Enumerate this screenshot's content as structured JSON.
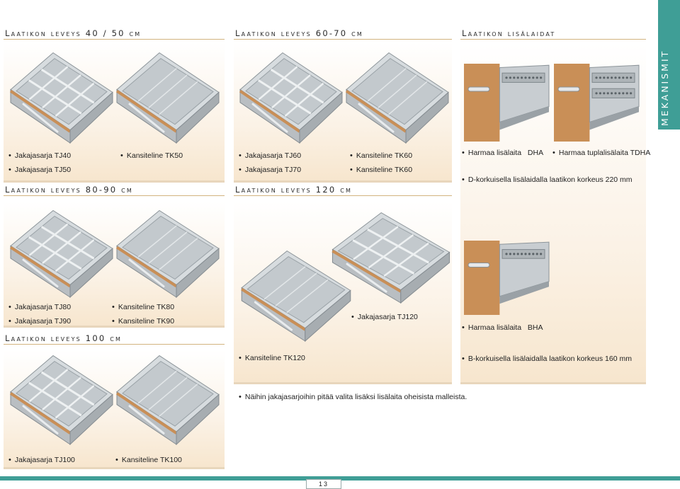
{
  "side_tab": {
    "label": "MEKANISMIT"
  },
  "page_number": "13",
  "sections": {
    "s1": {
      "title": "Laatikon leveys 40 / 50 cm"
    },
    "s2": {
      "title": "Laatikon leveys 60-70 cm"
    },
    "s3": {
      "title": "Laatikon lisälaidat"
    },
    "s4": {
      "title": "Laatikon leveys 80-90 cm"
    },
    "s5": {
      "title": "Laatikon leveys 120 cm"
    },
    "s6": {
      "title": "Laatikon leveys 100 cm"
    }
  },
  "captions": {
    "tj40": "Jakajasarja TJ40",
    "tj50": "Jakajasarja TJ50",
    "tk50": "Kansiteline TK50",
    "tj60": "Jakajasarja TJ60",
    "tj70": "Jakajasarja TJ70",
    "tk60a": "Kansiteline TK60",
    "tk60b": "Kansiteline TK60",
    "dha": "Harmaa lisälaita",
    "dha_code": "DHA",
    "tdha": "Harmaa tuplalisälaita TDHA",
    "dnote": "D-korkuisella lisälaidalla laatikon korkeus 220 mm",
    "tj80": "Jakajasarja TJ80",
    "tj90": "Jakajasarja TJ90",
    "tk80": "Kansiteline TK80",
    "tk90": "Kansiteline TK90",
    "tj120": "Jakajasarja TJ120",
    "tk120": "Kansiteline TK120",
    "bha": "Harmaa lisälaita",
    "bha_code": "BHA",
    "bnote": "B-korkuisella lisälaidalla laatikon korkeus 160 mm",
    "note120": "Näihin jakajasarjoihin pitää valita lisäksi lisälaita oheisista malleista.",
    "tj100": "Jakajasarja TJ100",
    "tk100": "Kansiteline TK100"
  },
  "colors": {
    "accent": "#3f9e96",
    "rule": "#d2b37f",
    "wood": "#c98f57",
    "metal": "#b9bec2"
  }
}
